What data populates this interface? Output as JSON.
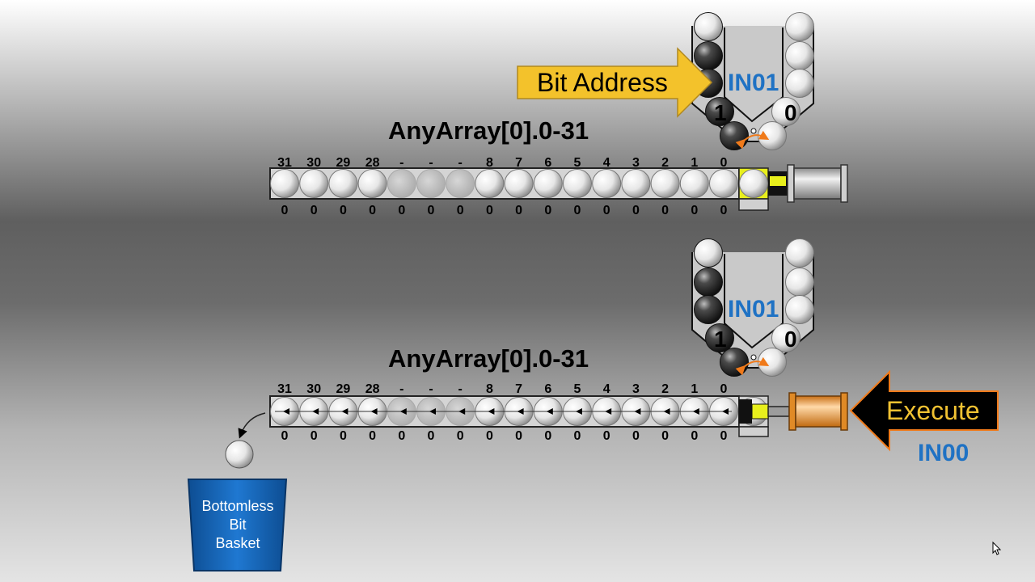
{
  "upper": {
    "title": "AnyArray[0].0-31",
    "bit_address_label": "Bit Address",
    "input_label": "IN01",
    "hopper_one_label": "1",
    "hopper_zero_label": "0"
  },
  "lower": {
    "title": "AnyArray[0].0-31",
    "input_label": "IN01",
    "hopper_one_label": "1",
    "hopper_zero_label": "0",
    "execute_label": "Execute",
    "execute_input_label": "IN00"
  },
  "bit_labels": [
    "31",
    "30",
    "29",
    "28",
    "-",
    "-",
    "-",
    "8",
    "7",
    "6",
    "5",
    "4",
    "3",
    "2",
    "1",
    "0"
  ],
  "bit_values": [
    "0",
    "0",
    "0",
    "0",
    "0",
    "0",
    "0",
    "0",
    "0",
    "0",
    "0",
    "0",
    "0",
    "0",
    "0",
    "0"
  ],
  "basket": {
    "line1": "Bottomless",
    "line2": "Bit",
    "line3": "Basket"
  },
  "colors": {
    "bit_address_arrow": "#f3c22b",
    "execute_arrow": "#000000",
    "execute_text": "#f1c232",
    "input_label": "#1f72c4",
    "basket": "#1565c0",
    "active_cylinder": "#f0902a",
    "highlight": "#e8ef1c"
  }
}
